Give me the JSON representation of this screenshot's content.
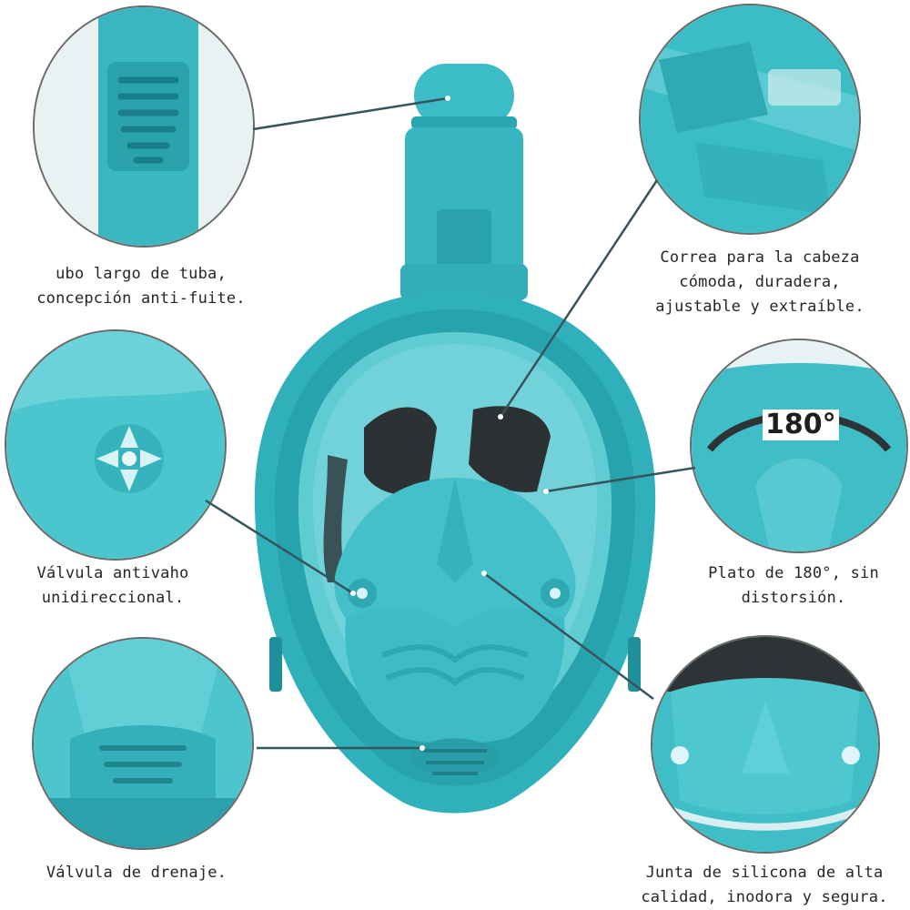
{
  "colors": {
    "teal": "#35b8c2",
    "teal_dark": "#1c8f99",
    "teal_light": "#7fd9de",
    "line": "#37545c",
    "strap_dark": "#2b2f31"
  },
  "captions": {
    "snorkel": "ubo largo de tuba,\nconcepción anti-fuite.",
    "strap": "Correa para la cabeza\ncómoda, duradera,\najustable y extraíble.",
    "valve": "Válvula antivaho\nunidireccional.",
    "lens": "Plato de 180°, sin\ndistorsión.",
    "drain": "Válvula de drenaje.",
    "seal": "Junta de silicona de alta\ncalidad, inodora y segura."
  },
  "badge": {
    "angle": "180°"
  }
}
